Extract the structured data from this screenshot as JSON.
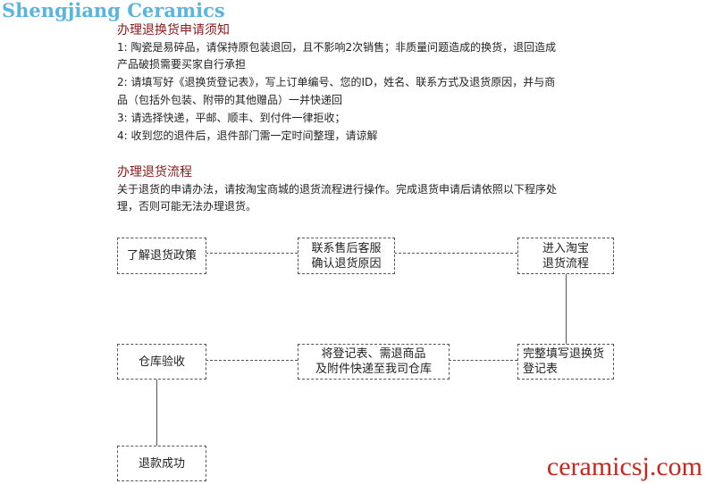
{
  "watermark_top": "Shengjiang Ceramics",
  "watermark_bottom": "ceramicsj.com",
  "notice": {
    "title": "办理退换货申请须知",
    "lines": [
      "1: 陶瓷是易碎品，请保持原包装退回，且不影响2次销售；非质量问题造成的换货，退回造成",
      "产品破损需要买家自行承担",
      "2: 请填写好《退换货登记表》，写上订单编号、您的ID，姓名、联系方式及退货原因，并与商",
      "品（包括外包装、附带的其他赠品）一并快递回",
      "3: 请选择快递，平邮、顺丰、到付件一律拒收；",
      "4: 收到您的退件后，退件部门需一定时间整理，请谅解"
    ]
  },
  "process": {
    "title": "办理退货流程",
    "lines": [
      "关于退货的申请办法，请按淘宝商城的退货流程进行操作。完成退货申请后请依照以下程序处",
      "理，否则可能无法办理退货。"
    ]
  },
  "flow": {
    "step1": "了解退货政策",
    "step2a": "联系售后客服",
    "step2b": "确认退货原因",
    "step3a": "进入淘宝",
    "step3b": "退货流程",
    "step4a": "完整填写退换货",
    "step4b": "登记表",
    "step5a": "将登记表、需退商品",
    "step5b": "及附件快递至我司仓库",
    "step6": "仓库验收",
    "step7": "退款成功"
  }
}
